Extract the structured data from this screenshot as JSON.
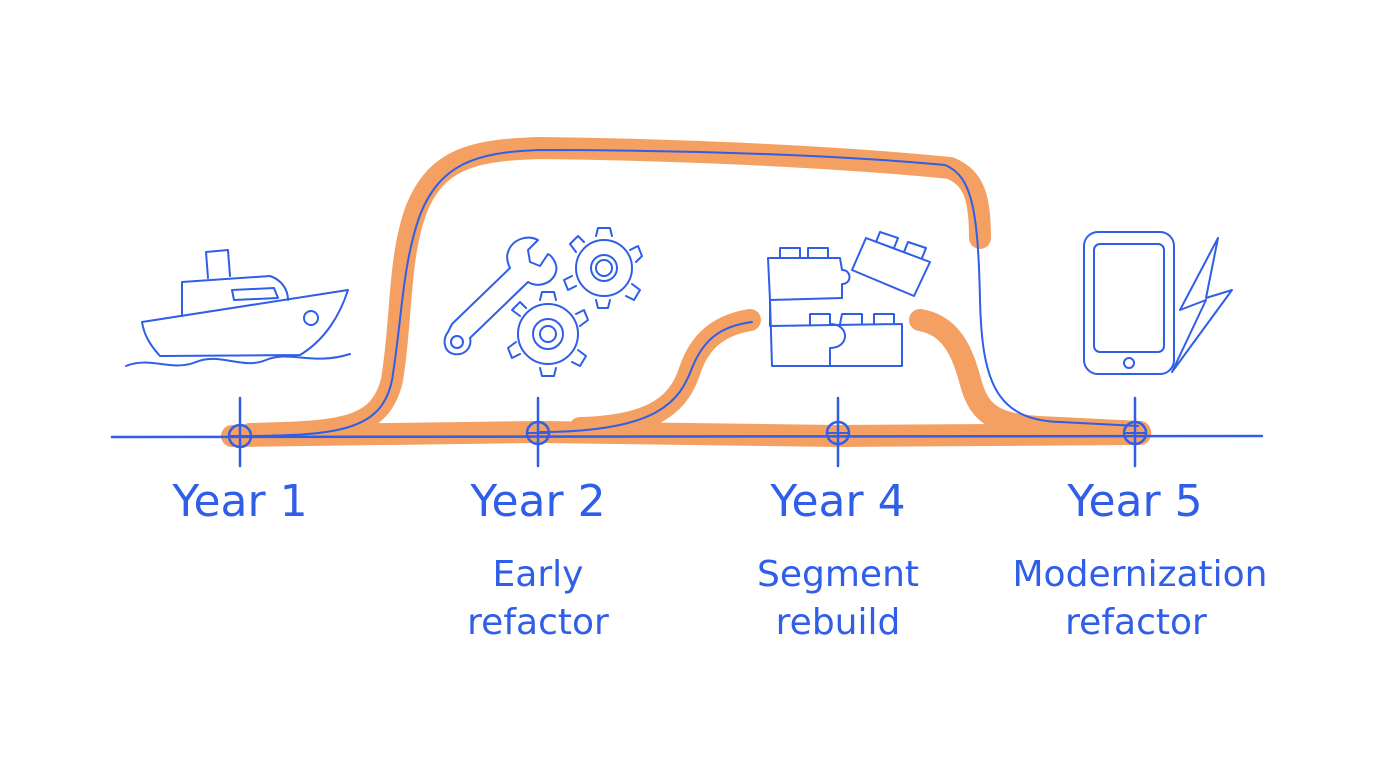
{
  "milestones": [
    {
      "year": "Year 1",
      "caption": [
        "",
        ""
      ]
    },
    {
      "year": "Year 2",
      "caption": [
        "Early",
        "refactor"
      ]
    },
    {
      "year": "Year 4",
      "caption": [
        "Segment",
        "rebuild"
      ]
    },
    {
      "year": "Year 5",
      "caption": [
        "Modernization",
        "refactor"
      ]
    }
  ],
  "icons": [
    "ship-icon",
    "wrench-gears-icon",
    "building-blocks-icon",
    "tablet-lightning-icon"
  ],
  "colors": {
    "line": "#2f5ee8",
    "band": "#f4a063",
    "background": "#ffffff"
  }
}
